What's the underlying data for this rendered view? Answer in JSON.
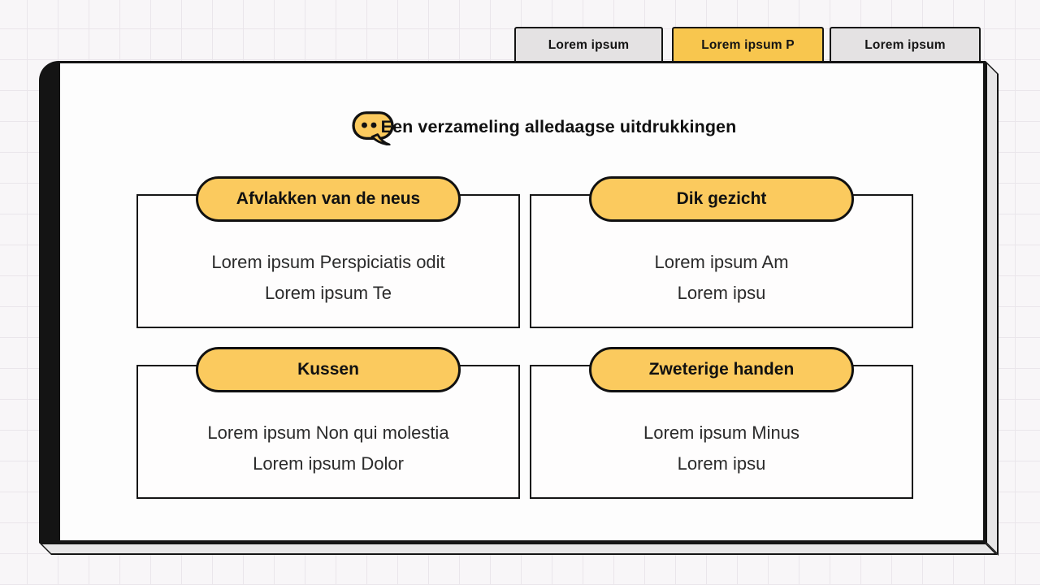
{
  "tabs": [
    {
      "label": "Lorem ipsum",
      "active": false
    },
    {
      "label": "Lorem ipsum P",
      "active": true
    },
    {
      "label": "Lorem ipsum",
      "active": false
    }
  ],
  "page": {
    "title": "Een verzameling alledaagse uitdrukkingen",
    "title_icon": "speech-bubble-icon",
    "cards": [
      {
        "header": "Afvlakken van de neus",
        "lines": [
          "Lorem ipsum Perspiciatis odit",
          "Lorem ipsum Te"
        ]
      },
      {
        "header": "Dik gezicht",
        "lines": [
          "Lorem ipsum Am",
          "Lorem ipsu"
        ]
      },
      {
        "header": "Kussen",
        "lines": [
          "Lorem ipsum Non qui molestia",
          "Lorem ipsum Dolor"
        ]
      },
      {
        "header": "Zweterige handen",
        "lines": [
          "Lorem ipsum Minus",
          "Lorem ipsu"
        ]
      }
    ]
  },
  "colors": {
    "accent": "#f8c64e",
    "pill": "#fbca5e",
    "tab_bg": "#e4e2e3",
    "edge": "#e7e6e7",
    "ink": "#141414",
    "paper": "#fdfdfd",
    "bg": "#f8f6f8",
    "grid": "#eae6eb"
  }
}
